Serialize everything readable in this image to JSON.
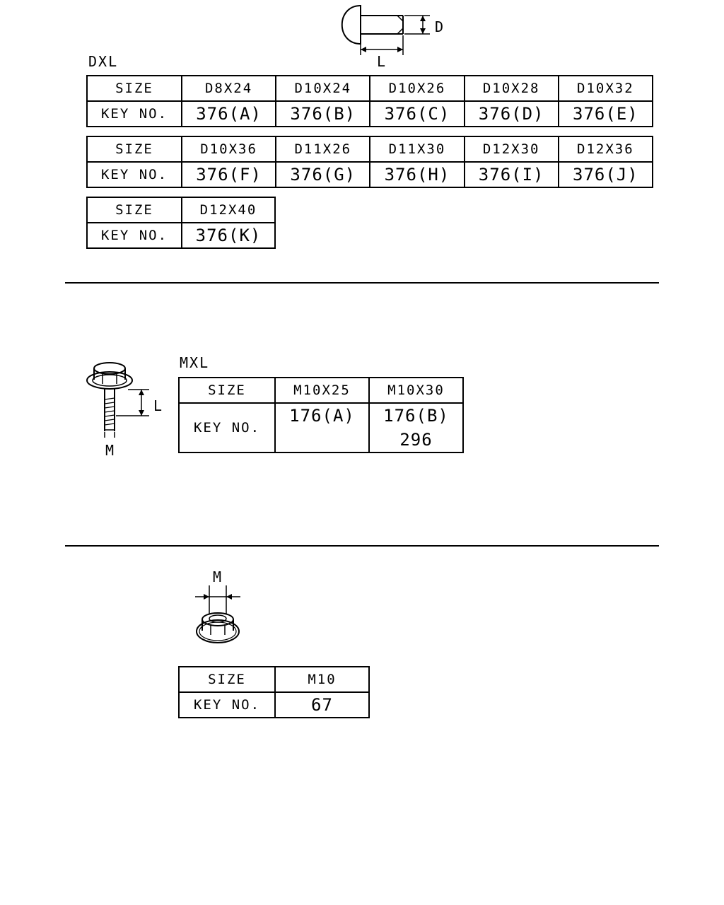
{
  "rivet": {
    "label": "DXL",
    "dim_d": "D",
    "dim_l": "L",
    "tables": [
      {
        "size_header": "SIZE",
        "key_header": "KEY NO.",
        "columns": [
          {
            "size": "D8X24",
            "key": "376(A)"
          },
          {
            "size": "D10X24",
            "key": "376(B)"
          },
          {
            "size": "D10X26",
            "key": "376(C)"
          },
          {
            "size": "D10X28",
            "key": "376(D)"
          },
          {
            "size": "D10X32",
            "key": "376(E)"
          }
        ]
      },
      {
        "size_header": "SIZE",
        "key_header": "KEY NO.",
        "columns": [
          {
            "size": "D10X36",
            "key": "376(F)"
          },
          {
            "size": "D11X26",
            "key": "376(G)"
          },
          {
            "size": "D11X30",
            "key": "376(H)"
          },
          {
            "size": "D12X30",
            "key": "376(I)"
          },
          {
            "size": "D12X36",
            "key": "376(J)"
          }
        ]
      },
      {
        "size_header": "SIZE",
        "key_header": "KEY NO.",
        "columns": [
          {
            "size": "D12X40",
            "key": "376(K)"
          }
        ]
      }
    ]
  },
  "bolt": {
    "label": "MXL",
    "dim_l": "L",
    "dim_m": "M",
    "size_header": "SIZE",
    "key_header": "KEY NO.",
    "columns": [
      {
        "size": "M10X25",
        "keys": [
          "176(A)"
        ]
      },
      {
        "size": "M10X30",
        "keys": [
          "176(B)",
          "296"
        ]
      }
    ]
  },
  "nut": {
    "dim_m": "M",
    "size_header": "SIZE",
    "key_header": "KEY NO.",
    "columns": [
      {
        "size": "M10",
        "key": "67"
      }
    ]
  }
}
